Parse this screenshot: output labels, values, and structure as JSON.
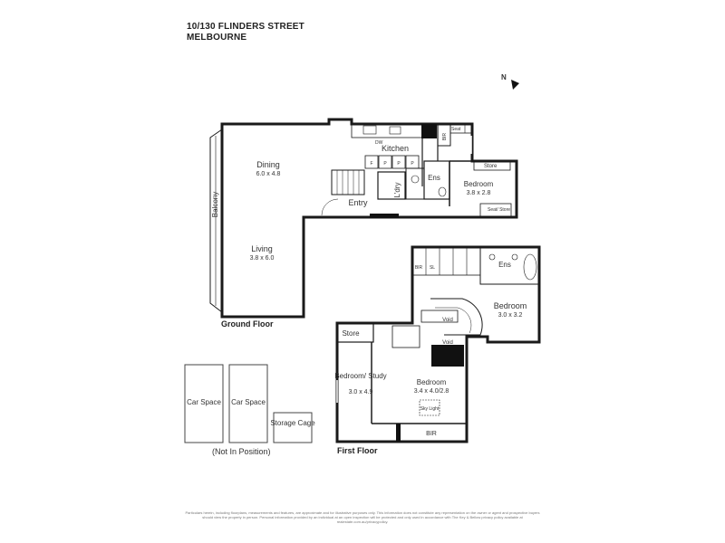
{
  "header": {
    "line1": "10/130 FLINDERS STREET",
    "line2": "MELBOURNE"
  },
  "compass": {
    "label": "N"
  },
  "ground_floor": {
    "label": "Ground Floor",
    "dining": {
      "name": "Dining",
      "size": "6.0 x 4.8"
    },
    "living": {
      "name": "Living",
      "size": "3.8 x 6.0"
    },
    "balcony": "Balcony",
    "kitchen": "Kitchen",
    "dw": "DW",
    "entry": "Entry",
    "laundry": "L'dry",
    "ens": "Ens",
    "bir": "BIR",
    "seat": "Seat",
    "store": "Store",
    "seat_store": "Seat/ Store",
    "bedroom": {
      "name": "Bedroom",
      "size": "3.8 x 2.8"
    },
    "pantry_f": "F",
    "pantry_p1": "P",
    "pantry_p2": "P",
    "pantry_p3": "P"
  },
  "first_floor": {
    "label": "First Floor",
    "bedroom_main": {
      "name": "Bedroom",
      "size": "3.0 x 3.2"
    },
    "ens": "Ens",
    "void1": "Void",
    "void2": "Void",
    "store": "Store",
    "bedroom_study": {
      "name": "Bedroom/ Study",
      "size": "3.0 x 4.9"
    },
    "bedroom3": {
      "name": "Bedroom",
      "size": "3.4 x 4.0/2.8"
    },
    "skylight": "Sky Light",
    "bir": "BIR",
    "wardrobe_bir": "BIR",
    "wardrobe_sl": "SL"
  },
  "parking": {
    "car1": "Car Space",
    "car2": "Car Space",
    "storage": "Storage Cage",
    "note": "(Not In Position)"
  },
  "disclaimer": "Particulars herein, including floorplans, measurements and features, are approximate and for illustrative purposes only. This information does not constitute any representation on the owner or agent and prospective buyers should view the property in person. Personal information provided by an individual at an open inspection will be protected and only used in accordance with The Key & Bellow privacy policy available at realestate.com.au/privacypolicy.",
  "colors": {
    "wall": "#1a1a1a",
    "line": "#444444"
  }
}
